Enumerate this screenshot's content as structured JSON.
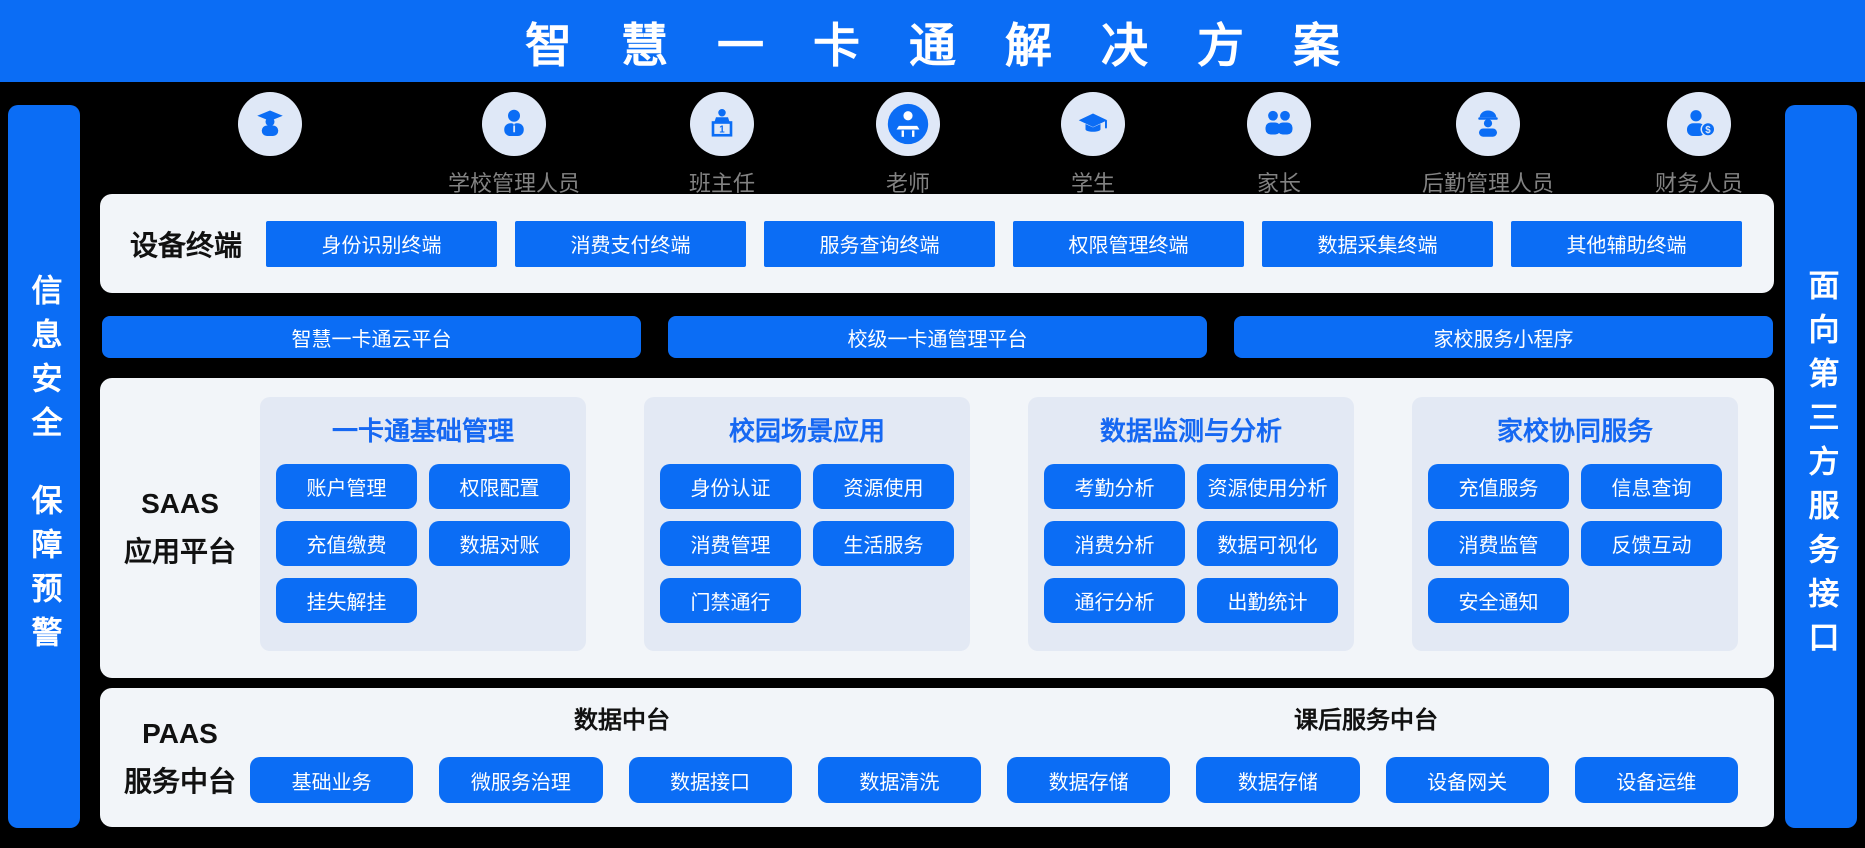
{
  "title": "智慧一卡通解决方案",
  "colors": {
    "accent_blue": "#0b6df5",
    "panel_bg": "#f2f5f9",
    "subpanel_bg": "#e3e9f4",
    "group_title_blue": "#1668f2",
    "role_label_gray": "#828282",
    "background": "#000000"
  },
  "roles": [
    {
      "label": "",
      "icon": "graduate-person-icon"
    },
    {
      "label": "学校管理人员",
      "icon": "manager-person-icon"
    },
    {
      "label": "班主任",
      "icon": "head-teacher-podium-icon"
    },
    {
      "label": "老师",
      "icon": "teacher-desk-icon"
    },
    {
      "label": "学生",
      "icon": "student-cap-icon"
    },
    {
      "label": "家长",
      "icon": "parents-icon"
    },
    {
      "label": "后勤管理人员",
      "icon": "logistics-worker-icon"
    },
    {
      "label": "财务人员",
      "icon": "finance-person-icon"
    }
  ],
  "device_panel": {
    "label": "设备终端",
    "buttons": [
      "身份识别终端",
      "消费支付终端",
      "服务查询终端",
      "权限管理终端",
      "数据采集终端",
      "其他辅助终端"
    ]
  },
  "platforms": [
    "智慧一卡通云平台",
    "校级一卡通管理平台",
    "家校服务小程序"
  ],
  "saas": {
    "label_line1": "SAAS",
    "label_line2": "应用平台",
    "groups": [
      {
        "title": "一卡通基础管理",
        "buttons": [
          "账户管理",
          "权限配置",
          "充值缴费",
          "数据对账",
          "挂失解挂"
        ]
      },
      {
        "title": "校园场景应用",
        "buttons": [
          "身份认证",
          "资源使用",
          "消费管理",
          "生活服务",
          "门禁通行"
        ]
      },
      {
        "title": "数据监测与分析",
        "buttons": [
          "考勤分析",
          "资源使用分析",
          "消费分析",
          "数据可视化",
          "通行分析",
          "出勤统计"
        ]
      },
      {
        "title": "家校协同服务",
        "buttons": [
          "充值服务",
          "信息查询",
          "消费监管",
          "反馈互动",
          "安全通知"
        ]
      }
    ]
  },
  "paas": {
    "label_line1": "PAAS",
    "label_line2": "服务中台",
    "sections": [
      {
        "title": "数据中台",
        "buttons": [
          "基础业务",
          "微服务治理",
          "数据接口",
          "数据清洗"
        ]
      },
      {
        "title": "课后服务中台",
        "buttons": [
          "数据存储",
          "数据存储",
          "设备网关",
          "设备运维"
        ]
      }
    ]
  },
  "left_rail": {
    "line1": "信息安全",
    "line2": "保障预警"
  },
  "right_rail": {
    "text": "面向第三方服务接口"
  }
}
